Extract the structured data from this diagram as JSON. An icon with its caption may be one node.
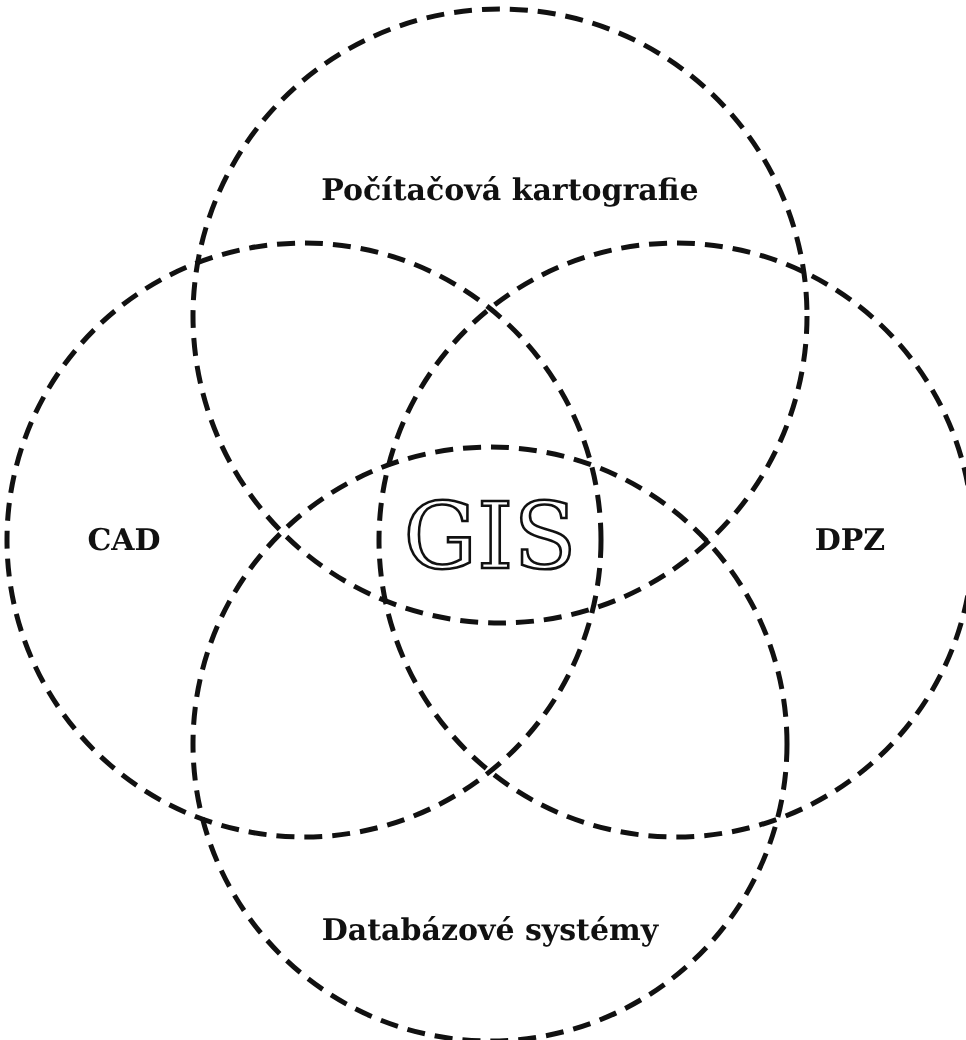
{
  "diagram": {
    "nodes": [
      {
        "text": [
          "Počítačová kartografie"
        ]
      },
      {
        "text": [
          "CAD"
        ]
      },
      {
        "text": [
          "DPZ"
        ]
      },
      {
        "text": [
          "Databázové systémy"
        ]
      }
    ],
    "labels": [
      "GIS"
    ]
  }
}
